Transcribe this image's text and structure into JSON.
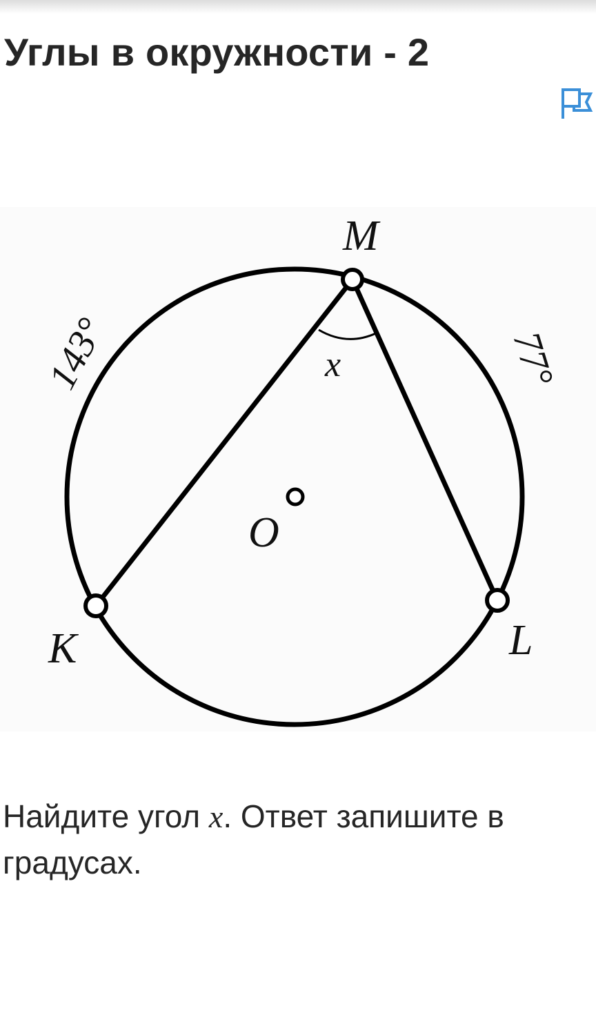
{
  "page": {
    "title": "Углы в окружности - 2"
  },
  "toolbar": {
    "report_icon": "flag-icon",
    "accent_color": "#3b8fd8"
  },
  "figure": {
    "points": {
      "m": "M",
      "k": "K",
      "l": "L",
      "o": "O"
    },
    "arc_km": "143°",
    "arc_ml": "77°",
    "angle_label": "x"
  },
  "question": {
    "text_before": "Найдите угол ",
    "variable": "x",
    "text_after": ". Ответ запишите в градусах."
  }
}
